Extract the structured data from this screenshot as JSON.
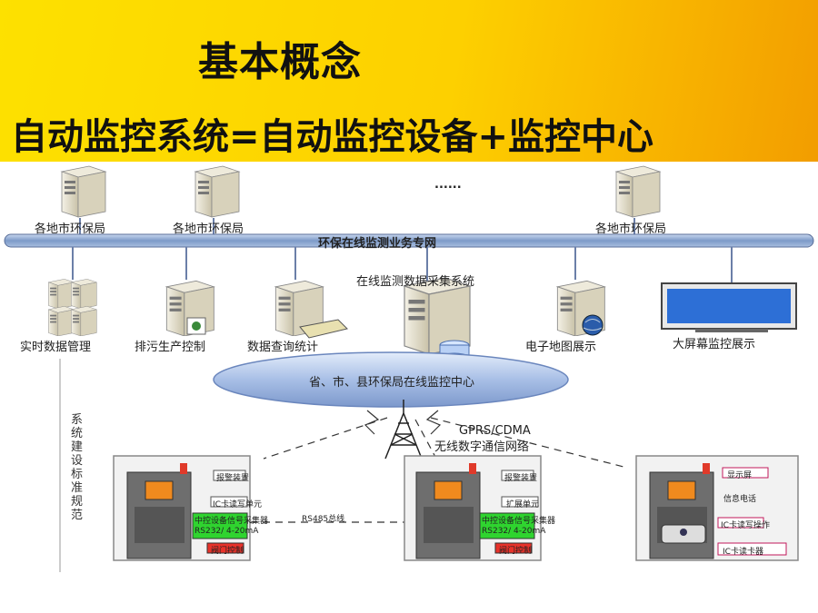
{
  "slide": {
    "title": "基本概念",
    "subtitle": "自动监控系统=自动监控设备+监控中心"
  },
  "diagram": {
    "top_servers": [
      "各地市环保局",
      "各地市环保局",
      "各地市环保局"
    ],
    "ellipsis": "......",
    "network_bus": "环保在线监测业务专网",
    "collection_system": "在线监测数据采集系统",
    "modules": [
      "实时数据管理",
      "排污生产控制",
      "数据查询统计",
      "电子地图展示",
      "大屏幕监控展示"
    ],
    "center": "省、市、县环保局在线监控中心",
    "wireless_1": "GPRS/CDMA",
    "wireless_2": "无线数字通信网络",
    "rs485": "RS485总线",
    "side_label": "系统建设标准规范",
    "station_a": {
      "tag1": "报警装置",
      "tag2": "IC卡读写单元",
      "collector": "中控设备信号采集器",
      "interface": "RS232/ 4-20mA",
      "red": "阀门控制"
    },
    "station_b": {
      "tag1": "报警装置",
      "tag2": "扩展单元",
      "collector": "中控设备信号采集器",
      "interface": "RS232/ 4-20mA",
      "red": "阀门控制"
    },
    "station_c": {
      "tag1": "显示屏",
      "tag2": "信息电话",
      "tag3": "IC卡读写操作",
      "red": "IC卡读卡器"
    }
  }
}
